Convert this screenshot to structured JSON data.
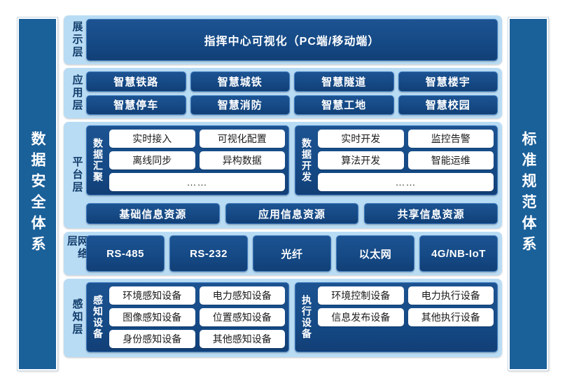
{
  "pillars": {
    "left": {
      "label": "数据安全体系"
    },
    "right": {
      "label": "标准规范体系"
    }
  },
  "colors": {
    "pillar": "#1a6099",
    "band_bg": "#b9dcf5",
    "navy": "#154a86",
    "navy_border": "#3f7cc0",
    "cell_bg": "#ffffff",
    "band_label_text": "#123d6b",
    "page_bg": "#ffffff"
  },
  "layers": [
    {
      "id": "presentation",
      "label": "展示层",
      "blocks": [
        "指挥中心可视化（PC端/移动端）"
      ]
    },
    {
      "id": "application",
      "label": "应用层",
      "rows": [
        [
          "智慧铁路",
          "智慧城铁",
          "智慧隧道",
          "智慧楼宇"
        ],
        [
          "智慧停车",
          "智慧消防",
          "智慧工地",
          "智慧校园"
        ]
      ]
    },
    {
      "id": "platform",
      "label": "平台层",
      "groups": [
        {
          "title": "数据汇聚",
          "rows": [
            [
              "实时接入",
              "可视化配置"
            ],
            [
              "离线同步",
              "异构数据"
            ]
          ],
          "footer": "……"
        },
        {
          "title": "数据开发",
          "rows": [
            [
              "实时开发",
              "监控告警"
            ],
            [
              "算法开发",
              "智能运维"
            ]
          ],
          "footer": "……"
        }
      ],
      "resources": [
        "基础信息资源",
        "应用信息资源",
        "共享信息资源"
      ]
    },
    {
      "id": "network",
      "label": "网络层",
      "items": [
        "RS-485",
        "RS-232",
        "光纤",
        "以太网",
        "4G/NB-IoT"
      ]
    },
    {
      "id": "sensing",
      "label": "感知层",
      "groups": [
        {
          "title": "感知设备",
          "rows": [
            [
              "环境感知设备",
              "电力感知设备"
            ],
            [
              "图像感知设备",
              "位置感知设备"
            ],
            [
              "身份感知设备",
              "其他感知设备"
            ]
          ]
        },
        {
          "title": "执行设备",
          "rows": [
            [
              "环境控制设备",
              "电力执行设备"
            ],
            [
              "信息发布设备",
              "其他执行设备"
            ]
          ]
        }
      ]
    }
  ]
}
